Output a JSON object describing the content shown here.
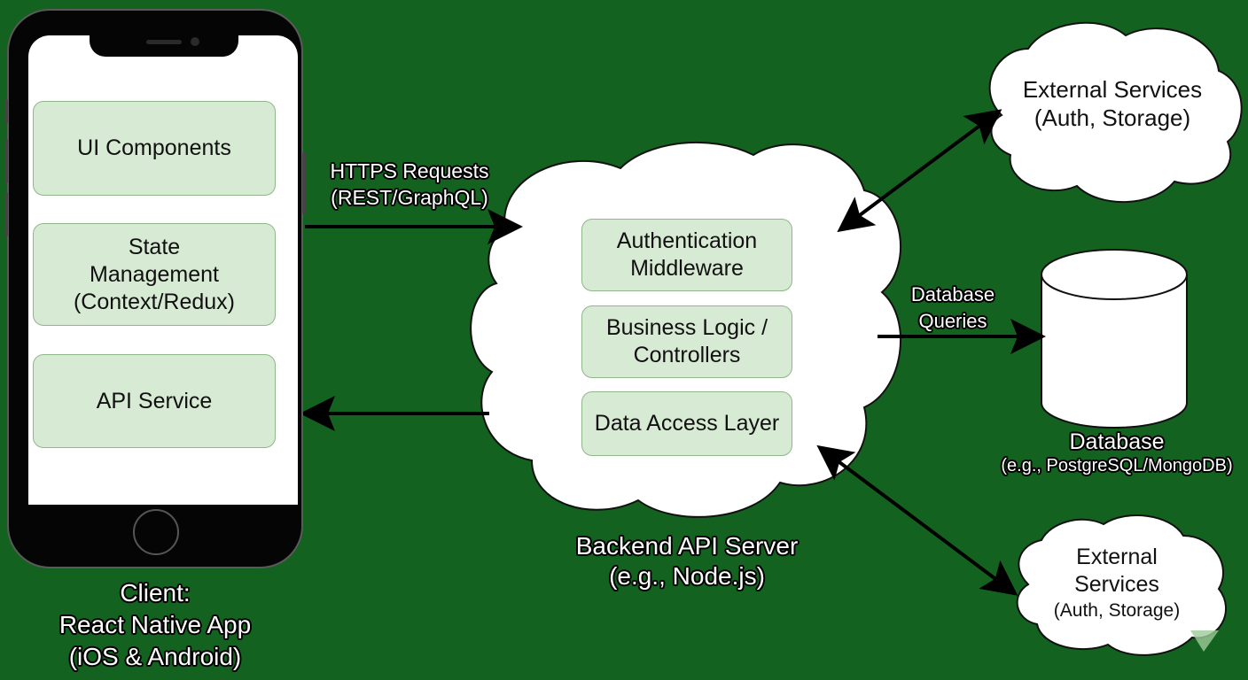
{
  "diagram": {
    "background_color": "#14621f",
    "client": {
      "components": [
        {
          "id": "ui-components",
          "lines": [
            "UI Components"
          ]
        },
        {
          "id": "state-management",
          "lines": [
            "State",
            "Management",
            "(Context/Redux)"
          ]
        },
        {
          "id": "api-service",
          "lines": [
            "API Service"
          ]
        }
      ],
      "caption": [
        "Client:",
        "React Native App",
        "(iOS & Android)"
      ]
    },
    "requests_label": [
      "HTTPS Requests",
      "(REST/GraphQL)"
    ],
    "backend": {
      "layers": [
        {
          "id": "authentication-middleware",
          "lines": [
            "Authentication",
            "Middleware"
          ]
        },
        {
          "id": "business-logic",
          "lines": [
            "Business Logic /",
            "Controllers"
          ]
        },
        {
          "id": "data-access-layer",
          "lines": [
            "Data Access Layer"
          ]
        }
      ],
      "caption": [
        "Backend API Server",
        "(e.g., Node.js)"
      ]
    },
    "external_services_top": [
      "External Services",
      "(Auth, Storage)"
    ],
    "external_services_bottom": [
      "External",
      "Services",
      "(Auth, Storage)"
    ],
    "db_queries_label": [
      "Database",
      "Queries"
    ],
    "database": {
      "title": "Database",
      "subtitle": "(e.g., PostgreSQL/MongoDB)"
    },
    "component_fill": "#d7ead3",
    "component_border": "#8fb78a"
  }
}
